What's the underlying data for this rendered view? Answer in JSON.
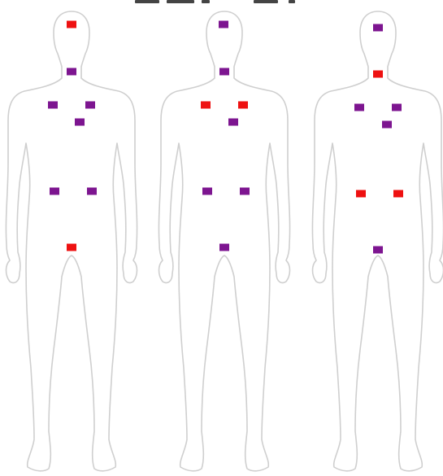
{
  "colors": {
    "outline": "#cfcfcf",
    "active": "#ee1111",
    "inactive": "#7d1590"
  },
  "figures": [
    {
      "markers": [
        {
          "name": "head",
          "state": "active"
        },
        {
          "name": "neck",
          "state": "inactive"
        },
        {
          "name": "left-shoulder",
          "state": "inactive"
        },
        {
          "name": "right-shoulder",
          "state": "inactive"
        },
        {
          "name": "sternum",
          "state": "inactive"
        },
        {
          "name": "left-hip",
          "state": "inactive"
        },
        {
          "name": "right-hip",
          "state": "inactive"
        },
        {
          "name": "pelvis",
          "state": "active"
        }
      ]
    },
    {
      "markers": [
        {
          "name": "head",
          "state": "inactive"
        },
        {
          "name": "neck",
          "state": "inactive"
        },
        {
          "name": "left-shoulder",
          "state": "active"
        },
        {
          "name": "right-shoulder",
          "state": "active"
        },
        {
          "name": "sternum",
          "state": "inactive"
        },
        {
          "name": "left-hip",
          "state": "inactive"
        },
        {
          "name": "right-hip",
          "state": "inactive"
        },
        {
          "name": "pelvis",
          "state": "inactive"
        }
      ]
    },
    {
      "markers": [
        {
          "name": "head",
          "state": "inactive"
        },
        {
          "name": "neck",
          "state": "active"
        },
        {
          "name": "left-shoulder",
          "state": "inactive"
        },
        {
          "name": "right-shoulder",
          "state": "inactive"
        },
        {
          "name": "sternum",
          "state": "inactive"
        },
        {
          "name": "left-hip",
          "state": "active"
        },
        {
          "name": "right-hip",
          "state": "active"
        },
        {
          "name": "pelvis",
          "state": "inactive"
        }
      ]
    }
  ]
}
